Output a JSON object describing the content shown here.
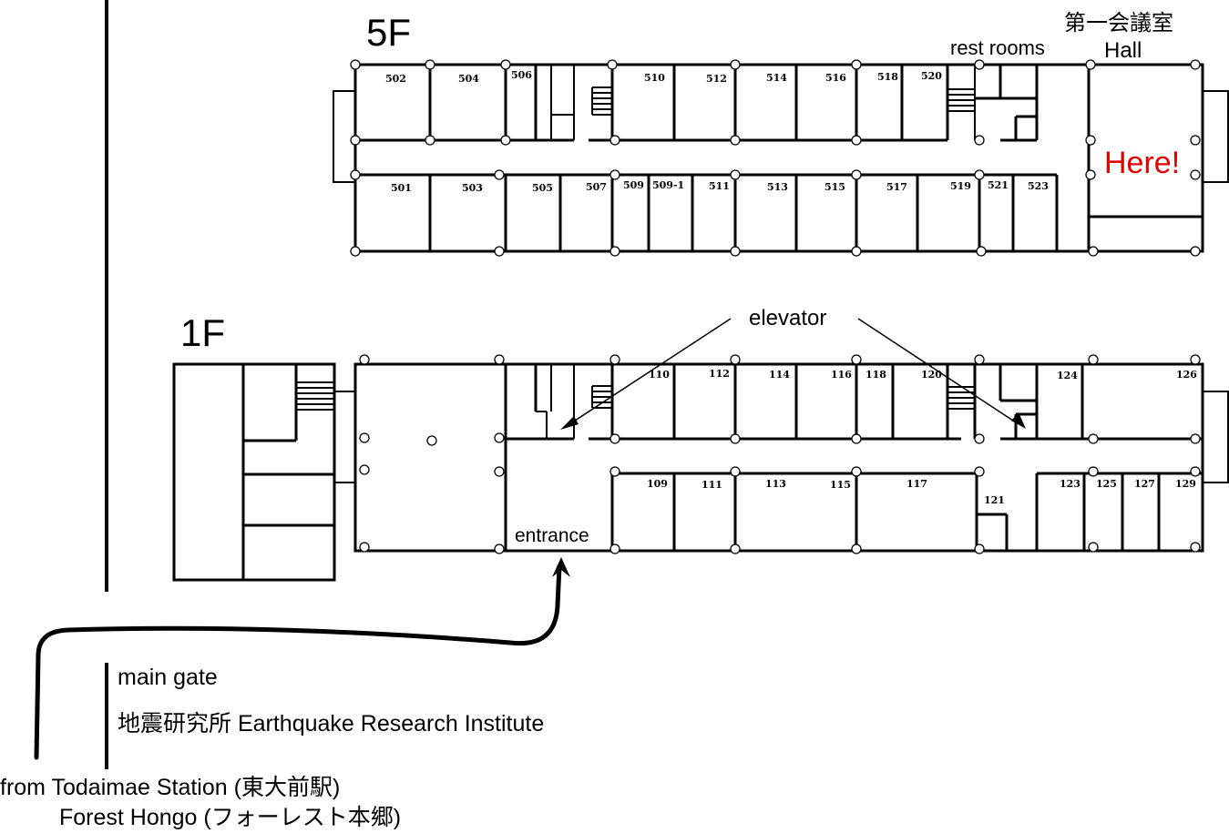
{
  "floor5": {
    "label": "5F",
    "hall_jp": "第一会議室",
    "hall_en": "Hall",
    "here": "Here!",
    "restrooms": "rest rooms",
    "rooms_top": [
      "502",
      "504",
      "506",
      "510",
      "512",
      "514",
      "516",
      "518",
      "520"
    ],
    "rooms_bottom": [
      "501",
      "503",
      "505",
      "507",
      "509",
      "509-1",
      "511",
      "513",
      "515",
      "517",
      "519",
      "521",
      "523"
    ]
  },
  "floor1": {
    "label": "1F",
    "elevator": "elevator",
    "entrance": "entrance",
    "rooms_top": [
      "110",
      "112",
      "114",
      "116",
      "118",
      "120",
      "124",
      "126"
    ],
    "rooms_bottom": [
      "109",
      "111",
      "113",
      "115",
      "117",
      "121",
      "123",
      "125",
      "127",
      "129"
    ]
  },
  "directions": {
    "main_gate": "main gate",
    "institute": "地震研究所  Earthquake Research Institute",
    "from_line1": "from Todaimae Station (東大前駅)",
    "from_line2": "Forest Hongo (フォーレスト本郷)"
  }
}
